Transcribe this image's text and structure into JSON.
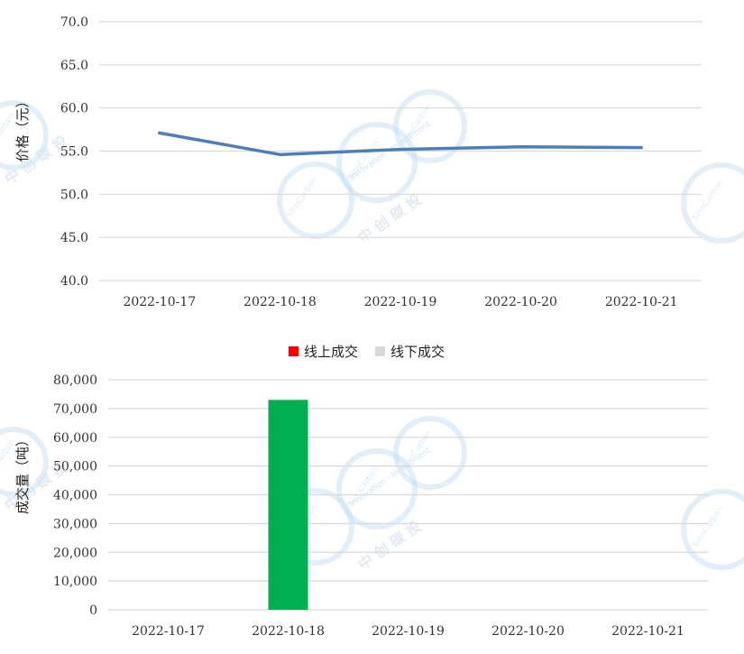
{
  "chart_data": [
    {
      "type": "line",
      "categories": [
        "2022-10-17",
        "2022-10-18",
        "2022-10-19",
        "2022-10-20",
        "2022-10-21"
      ],
      "values": [
        57.1,
        54.6,
        55.2,
        55.5,
        55.4
      ],
      "ylabel": "价格（元）",
      "ylim": [
        40.0,
        70.0
      ],
      "yticks": [
        "40.0",
        "45.0",
        "50.0",
        "55.0",
        "60.0",
        "65.0",
        "70.0"
      ],
      "grid": true,
      "line_color": "#4F7DB9"
    },
    {
      "type": "bar",
      "categories": [
        "2022-10-17",
        "2022-10-18",
        "2022-10-19",
        "2022-10-20",
        "2022-10-21"
      ],
      "series": [
        {
          "name": "线上成交",
          "color": "#FF0000",
          "values": [
            0,
            0,
            0,
            0,
            0
          ]
        },
        {
          "name": "线下成交",
          "color": "#D9D9D9",
          "values": [
            0,
            0,
            0,
            0,
            0
          ]
        }
      ],
      "highlight": {
        "values": [
          0,
          73000,
          0,
          0,
          0
        ],
        "color": "#00B050"
      },
      "ylabel": "成交量（吨）",
      "ylim": [
        0,
        80000
      ],
      "yticks": [
        "0",
        "10,000",
        "20,000",
        "30,000",
        "40,000",
        "50,000",
        "60,000",
        "70,000",
        "80,000"
      ],
      "legend_position": "top",
      "grid": true
    }
  ],
  "watermark": {
    "cn": "中 创 碳 投",
    "en1": "SinoCarbon",
    "en2": "Innovation · Investment",
    "color": "#BFDCF2"
  }
}
